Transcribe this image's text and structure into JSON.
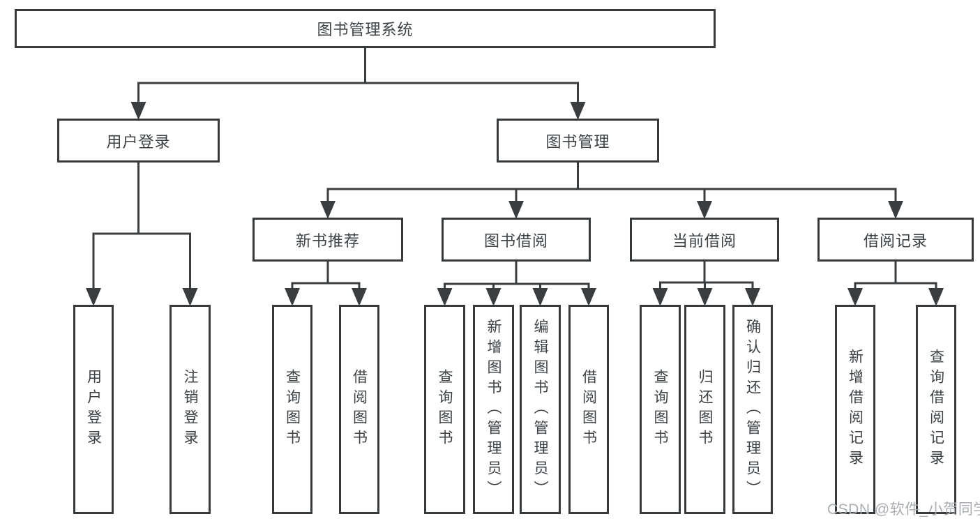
{
  "colors": {
    "line": "#3a3d40",
    "box_border": "#363a3d",
    "text": "#3c4146",
    "watermark": "#aaaeb2",
    "background": "#ffffff"
  },
  "watermark": {
    "text": "CSDN @软件_小贺同学"
  },
  "tree": {
    "id": "root",
    "label": "图书管理系统",
    "children": [
      {
        "id": "user-login",
        "label": "用户登录",
        "children": [
          {
            "id": "leaf-user-login",
            "label": "用户登录"
          },
          {
            "id": "leaf-logout",
            "label": "注销登录"
          }
        ]
      },
      {
        "id": "book-mgmt",
        "label": "图书管理",
        "children": [
          {
            "id": "new-book",
            "label": "新书推荐",
            "children": [
              {
                "id": "nb-query",
                "label": "查询图书"
              },
              {
                "id": "nb-borrow",
                "label": "借阅图书"
              }
            ]
          },
          {
            "id": "book-borrow",
            "label": "图书借阅",
            "children": [
              {
                "id": "bb-query",
                "label": "查询图书"
              },
              {
                "id": "bb-add",
                "label": "新增图书（管理员）"
              },
              {
                "id": "bb-edit",
                "label": "编辑图书（管理员）"
              },
              {
                "id": "bb-borrow",
                "label": "借阅图书"
              }
            ]
          },
          {
            "id": "current-borrow",
            "label": "当前借阅",
            "children": [
              {
                "id": "cb-query",
                "label": "查询图书"
              },
              {
                "id": "cb-return",
                "label": "归还图书"
              },
              {
                "id": "cb-confirm",
                "label": "确认归还（管理员）"
              }
            ]
          },
          {
            "id": "borrow-records",
            "label": "借阅记录",
            "children": [
              {
                "id": "br-add",
                "label": "新增借阅记录"
              },
              {
                "id": "br-query",
                "label": "查询借阅记录"
              }
            ]
          }
        ]
      }
    ]
  }
}
